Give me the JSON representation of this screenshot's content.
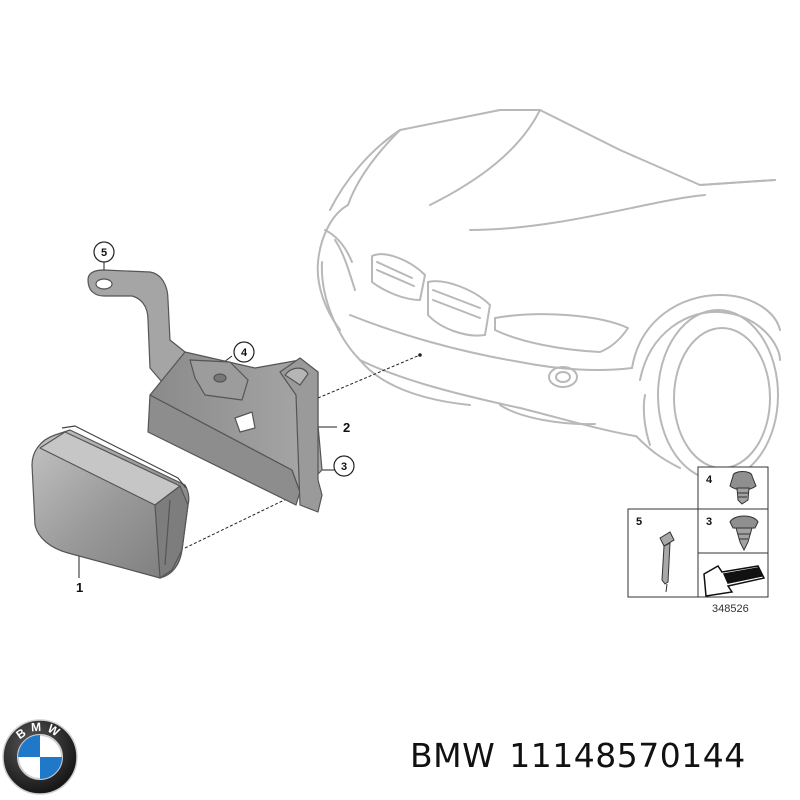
{
  "diagram": {
    "part_labels": {
      "module": "1",
      "bracket": "2"
    },
    "callouts": {
      "c3": "3",
      "c4": "4",
      "c5": "5"
    },
    "legend": {
      "item4": "4",
      "item3": "3",
      "item5": "5",
      "ref": "348526"
    }
  },
  "footer": {
    "brand": "BMW",
    "part_number": "11148570144",
    "logo_letters": "BMW"
  },
  "colors": {
    "car_outline": "#b8b8b8",
    "part_fill": "#9b9b9b",
    "part_dark": "#6f6f6f",
    "logo_blue": "#1f78c8"
  },
  "icons": [
    "bmw-logo-icon",
    "bolt-icon",
    "screw-icon",
    "rivet-icon",
    "arrow-icon"
  ]
}
